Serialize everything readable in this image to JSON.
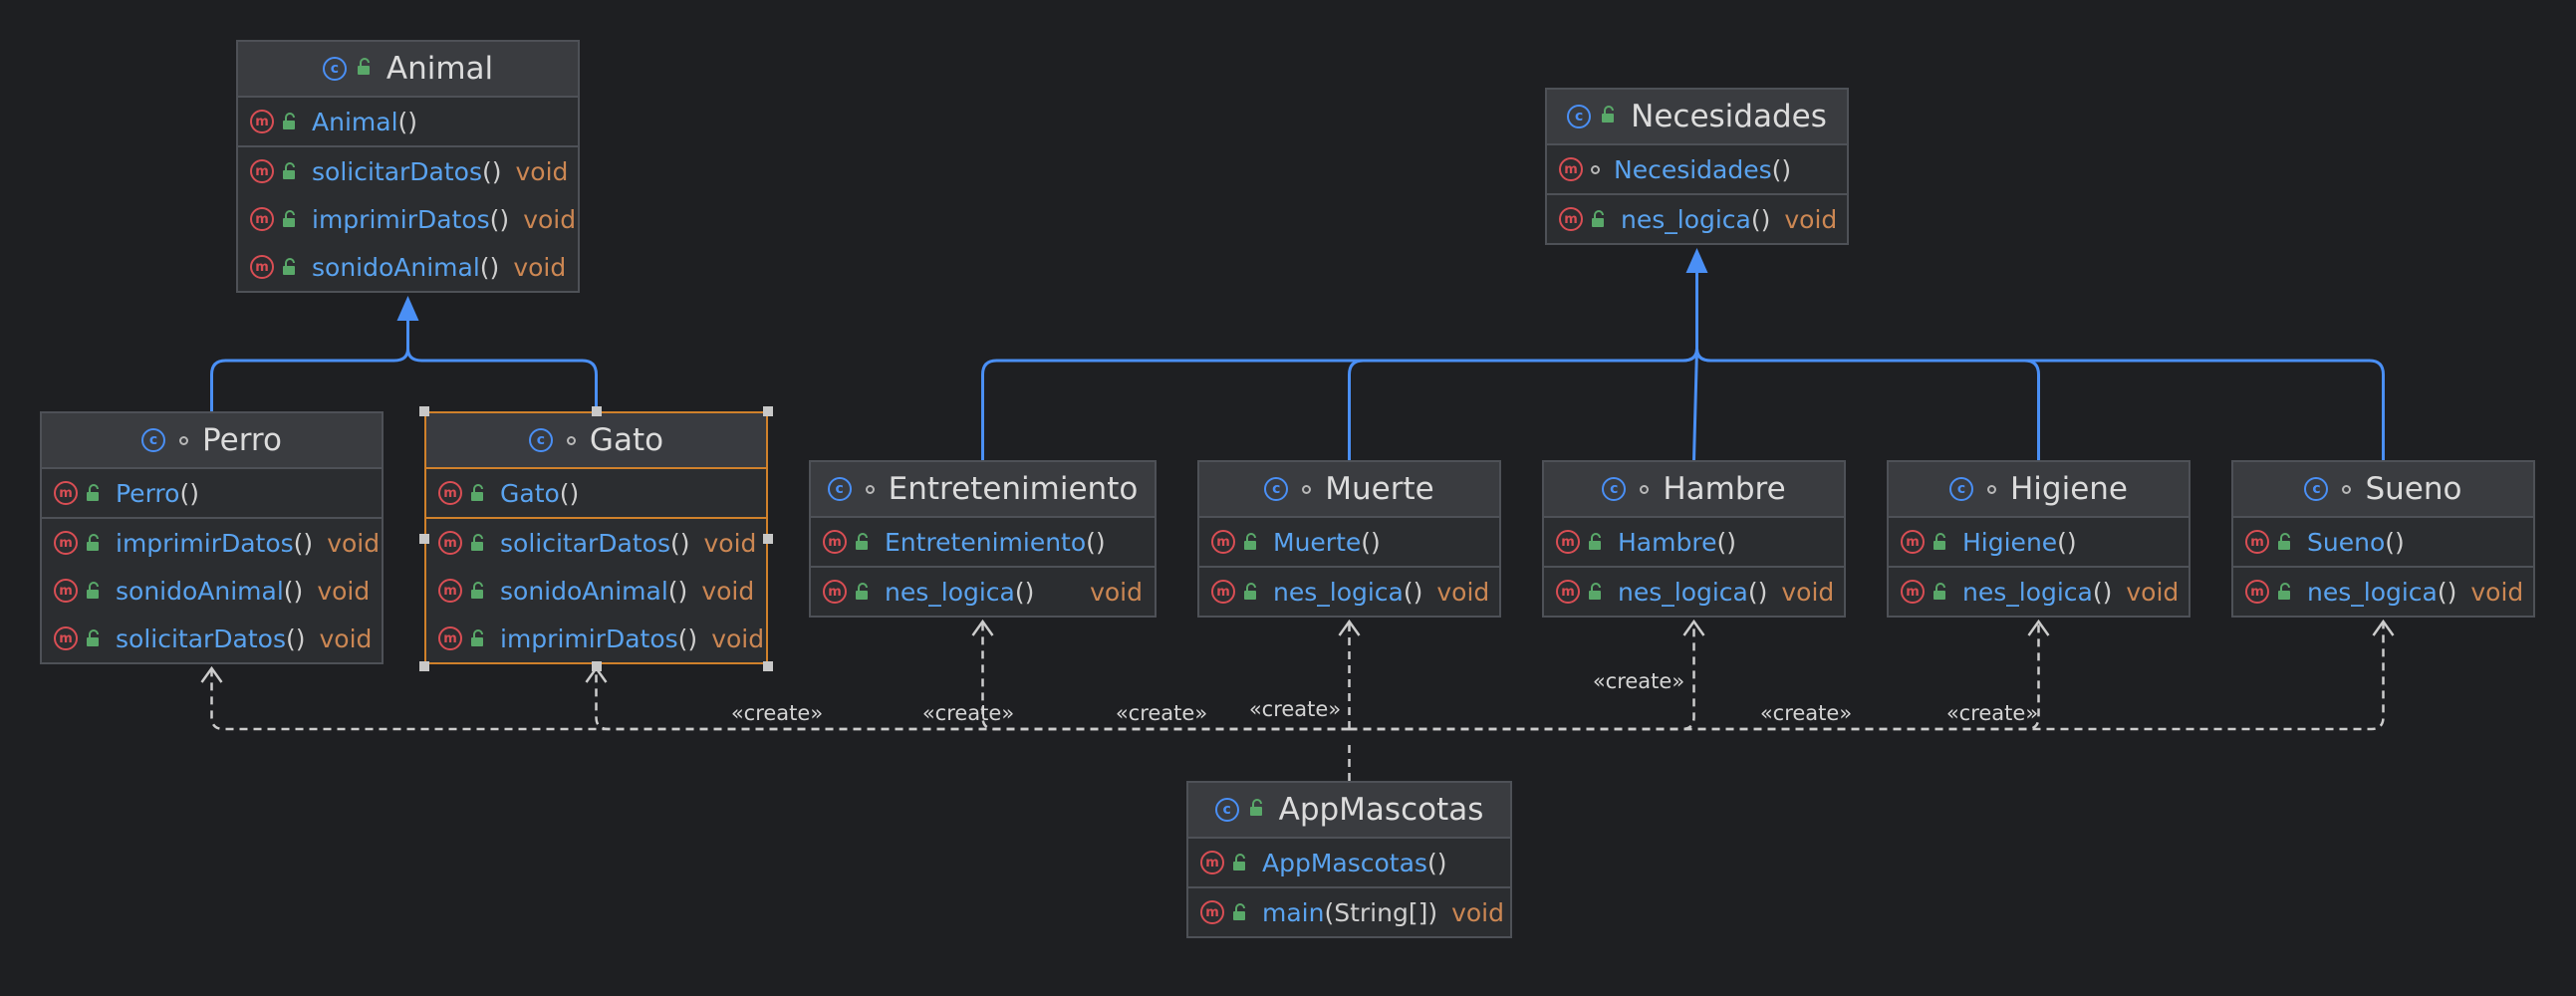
{
  "colors": {
    "background": "#1e1f22",
    "box": "#2b2d30",
    "border": "#4e5157",
    "selected_border": "#d0812b",
    "class_icon": "#4a8ff5",
    "method_icon": "#d94e54",
    "member_name": "#5aa3ef",
    "return_type": "#cc8753",
    "inheritance_line": "#4a8ff5",
    "dependency_line": "#cccccc"
  },
  "classes": [
    {
      "id": "animal",
      "name": "Animal",
      "icon": "class-icon",
      "visibility": "public",
      "constructors": [
        {
          "name": "Animal",
          "args": "()",
          "ret": "",
          "visibility": "public"
        }
      ],
      "methods": [
        {
          "name": "solicitarDatos",
          "args": "()",
          "ret": "void",
          "visibility": "public"
        },
        {
          "name": "imprimirDatos",
          "args": "()",
          "ret": "void",
          "visibility": "public"
        },
        {
          "name": "sonidoAnimal",
          "args": "()",
          "ret": "void",
          "visibility": "public"
        }
      ]
    },
    {
      "id": "necesidades",
      "name": "Necesidades",
      "icon": "class-icon",
      "visibility": "public",
      "constructors": [
        {
          "name": "Necesidades",
          "args": "()",
          "ret": "",
          "visibility": "package"
        }
      ],
      "methods": [
        {
          "name": "nes_logica",
          "args": "()",
          "ret": "void",
          "visibility": "public"
        }
      ]
    },
    {
      "id": "perro",
      "name": "Perro",
      "icon": "class-icon",
      "visibility": "package",
      "constructors": [
        {
          "name": "Perro",
          "args": "()",
          "ret": "",
          "visibility": "public"
        }
      ],
      "methods": [
        {
          "name": "imprimirDatos",
          "args": "()",
          "ret": "void",
          "visibility": "public"
        },
        {
          "name": "sonidoAnimal",
          "args": "()",
          "ret": "void",
          "visibility": "public"
        },
        {
          "name": "solicitarDatos",
          "args": "()",
          "ret": "void",
          "visibility": "public"
        }
      ]
    },
    {
      "id": "gato",
      "name": "Gato",
      "icon": "class-icon",
      "visibility": "package",
      "selected": true,
      "constructors": [
        {
          "name": "Gato",
          "args": "()",
          "ret": "",
          "visibility": "public"
        }
      ],
      "methods": [
        {
          "name": "solicitarDatos",
          "args": "()",
          "ret": "void",
          "visibility": "public"
        },
        {
          "name": "sonidoAnimal",
          "args": "()",
          "ret": "void",
          "visibility": "public"
        },
        {
          "name": "imprimirDatos",
          "args": "()",
          "ret": "void",
          "visibility": "public"
        }
      ]
    },
    {
      "id": "entretenimiento",
      "name": "Entretenimiento",
      "icon": "class-icon",
      "visibility": "package",
      "constructors": [
        {
          "name": "Entretenimiento",
          "args": " ()",
          "ret": "",
          "visibility": "public"
        }
      ],
      "methods": [
        {
          "name": "nes_logica",
          "args": "()",
          "ret": "void",
          "visibility": "public"
        }
      ]
    },
    {
      "id": "muerte",
      "name": "Muerte",
      "icon": "class-icon",
      "visibility": "package",
      "constructors": [
        {
          "name": "Muerte",
          "args": " ()",
          "ret": "",
          "visibility": "public"
        }
      ],
      "methods": [
        {
          "name": "nes_logica",
          "args": "()",
          "ret": "void",
          "visibility": "public"
        }
      ]
    },
    {
      "id": "hambre",
      "name": "Hambre",
      "icon": "class-icon",
      "visibility": "package",
      "constructors": [
        {
          "name": "Hambre",
          "args": "()",
          "ret": "",
          "visibility": "public"
        }
      ],
      "methods": [
        {
          "name": "nes_logica",
          "args": "()",
          "ret": "void",
          "visibility": "public"
        }
      ]
    },
    {
      "id": "higiene",
      "name": "Higiene",
      "icon": "class-icon",
      "visibility": "package",
      "constructors": [
        {
          "name": "Higiene",
          "args": " ()",
          "ret": "",
          "visibility": "public"
        }
      ],
      "methods": [
        {
          "name": "nes_logica",
          "args": "()",
          "ret": "void",
          "visibility": "public"
        }
      ]
    },
    {
      "id": "sueno",
      "name": "Sueno",
      "icon": "class-icon",
      "visibility": "package",
      "constructors": [
        {
          "name": "Sueno",
          "args": "()",
          "ret": "",
          "visibility": "public"
        }
      ],
      "methods": [
        {
          "name": "nes_logica",
          "args": "()",
          "ret": "void",
          "visibility": "public"
        }
      ]
    },
    {
      "id": "appmascotas",
      "name": "AppMascotas",
      "icon": "class-icon",
      "visibility": "public",
      "constructors": [
        {
          "name": "AppMascotas",
          "args": "()",
          "ret": "",
          "visibility": "public"
        }
      ],
      "methods": [
        {
          "name": "main",
          "args": "(String[])",
          "ret": "void",
          "visibility": "public"
        }
      ]
    }
  ],
  "inheritance": [
    {
      "parent": "animal",
      "children": [
        "perro",
        "gato"
      ]
    },
    {
      "parent": "necesidades",
      "children": [
        "entretenimiento",
        "muerte",
        "hambre",
        "higiene",
        "sueno"
      ]
    }
  ],
  "dependencies": [
    {
      "from": "appmascotas",
      "to": "perro",
      "label": "«create»"
    },
    {
      "from": "appmascotas",
      "to": "gato",
      "label": "«create»"
    },
    {
      "from": "appmascotas",
      "to": "entretenimiento",
      "label": "«create»"
    },
    {
      "from": "appmascotas",
      "to": "muerte",
      "label": "«create»"
    },
    {
      "from": "appmascotas",
      "to": "hambre",
      "label": "«create»"
    },
    {
      "from": "appmascotas",
      "to": "higiene",
      "label": "«create»"
    },
    {
      "from": "appmascotas",
      "to": "sueno",
      "label": "«create»"
    }
  ]
}
